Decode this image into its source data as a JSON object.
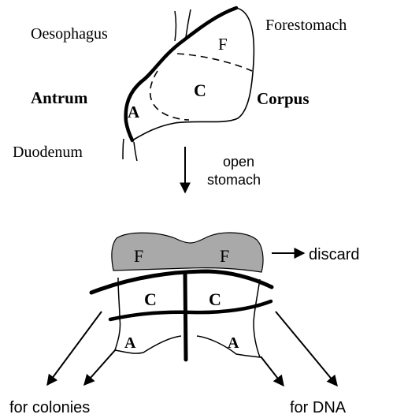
{
  "top_labels": {
    "oesophagus": "Oesophagus",
    "forestomach": "Forestomach",
    "antrum": "Antrum",
    "corpus": "Corpus",
    "duodenum": "Duodenum"
  },
  "top_regions": {
    "f": "F",
    "c": "C",
    "a": "A"
  },
  "middle": {
    "open_line1": "open",
    "open_line2": "stomach"
  },
  "bottom_regions": {
    "f_left": "F",
    "f_right": "F",
    "c_left": "C",
    "c_right": "C",
    "a_left": "A",
    "a_right": "A"
  },
  "bottom_labels": {
    "discard": "discard",
    "for_colonies": "for colonies",
    "for_dna": "for DNA"
  },
  "colors": {
    "forestomach_fill": "#a9a9a9",
    "stroke": "#000000"
  }
}
